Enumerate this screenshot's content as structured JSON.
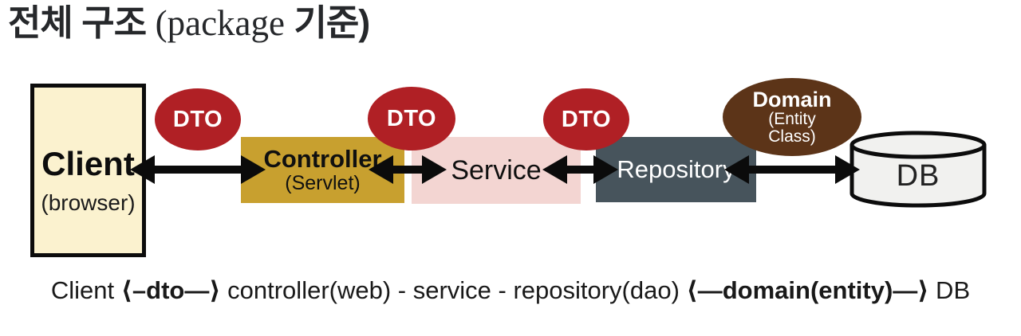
{
  "page": {
    "background": "#ffffff"
  },
  "title": {
    "part1": "전체 구조 ",
    "part2": "(package",
    "part3": " 기준)"
  },
  "diagram": {
    "client": {
      "name": "Client",
      "sub": "(browser)",
      "fill": "#FBF2CF",
      "border": "#0C0C0C"
    },
    "dto": {
      "labels": [
        "DTO",
        "DTO",
        "DTO"
      ],
      "fill": "#B02025",
      "text_color": "#FFFFFF"
    },
    "controller": {
      "name": "Controller",
      "sub": "(Servlet)",
      "fill": "#C8A02F"
    },
    "service": {
      "name": "Service",
      "fill": "#F3D5D2"
    },
    "repository": {
      "name": "Repository",
      "fill": "#47545C",
      "text_color": "#FFFFFF"
    },
    "domain": {
      "name": "Domain",
      "sub1": "(Entity",
      "sub2": "Class)",
      "fill": "#5C3418",
      "text_color": "#FFFFFF"
    },
    "db": {
      "name": "DB",
      "fill": "#F1F1EF",
      "border": "#0C0C0C"
    },
    "arrow_color": "#0B0B0B"
  },
  "caption": {
    "seg1": "Client ",
    "seg2": "⟨–dto—⟩",
    "seg3": " controller(web) - service - repository(dao) ",
    "seg4": "⟨—domain(entity)—⟩",
    "seg5": " DB"
  }
}
